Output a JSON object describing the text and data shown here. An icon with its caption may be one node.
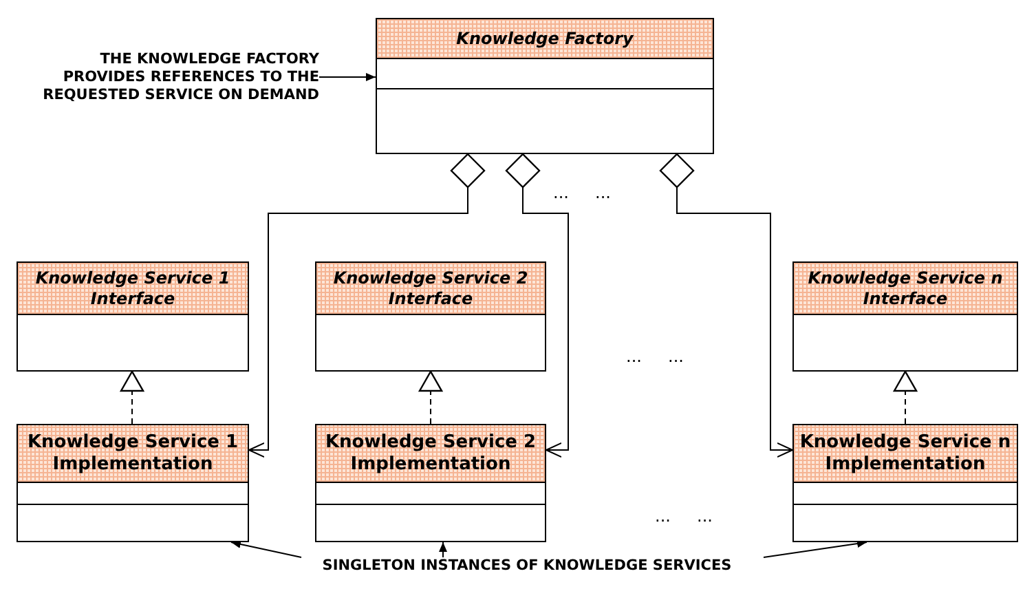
{
  "diagram": {
    "nodes": [
      {
        "text": [
          "THE KNOWLEDGE FACTORY PROVIDES REFERENCES TO THE REQUESTED SERVICE ON DEMAND"
        ]
      },
      {
        "text": [
          "Knowledge Factory"
        ]
      },
      {
        "text": [
          "Knowledge Service 1 Interface"
        ]
      },
      {
        "text": [
          "Knowledge Service 2 Interface"
        ]
      },
      {
        "text": [
          "Knowledge Service n Interface"
        ]
      },
      {
        "text": [
          "Knowledge Service 1 Implementation"
        ]
      },
      {
        "text": [
          "Knowledge Service 2 Implementation"
        ]
      },
      {
        "text": [
          "Knowledge Service n Implementation"
        ]
      },
      {
        "text": [
          "SINGLETON INSTANCES OF KNOWLEDGE SERVICES"
        ]
      }
    ],
    "edges": [
      {
        "from": 0,
        "to": 1,
        "arrow": "to"
      },
      {
        "from": 1,
        "to": 5,
        "arrow": "to"
      },
      {
        "from": 1,
        "to": 6,
        "arrow": "to"
      },
      {
        "from": 1,
        "to": 7,
        "arrow": "to"
      },
      {
        "from": 5,
        "to": 2,
        "arrow": "to",
        "style": "dashed"
      },
      {
        "from": 6,
        "to": 3,
        "arrow": "to",
        "style": "dashed"
      },
      {
        "from": 7,
        "to": 4,
        "arrow": "to",
        "style": "dashed"
      },
      {
        "from": 8,
        "to": 5,
        "arrow": "to"
      },
      {
        "from": 8,
        "to": 6,
        "arrow": "to"
      },
      {
        "from": 8,
        "to": 7,
        "arrow": "to"
      }
    ],
    "labels": [
      "... ...",
      "... ...",
      "... ..."
    ]
  }
}
